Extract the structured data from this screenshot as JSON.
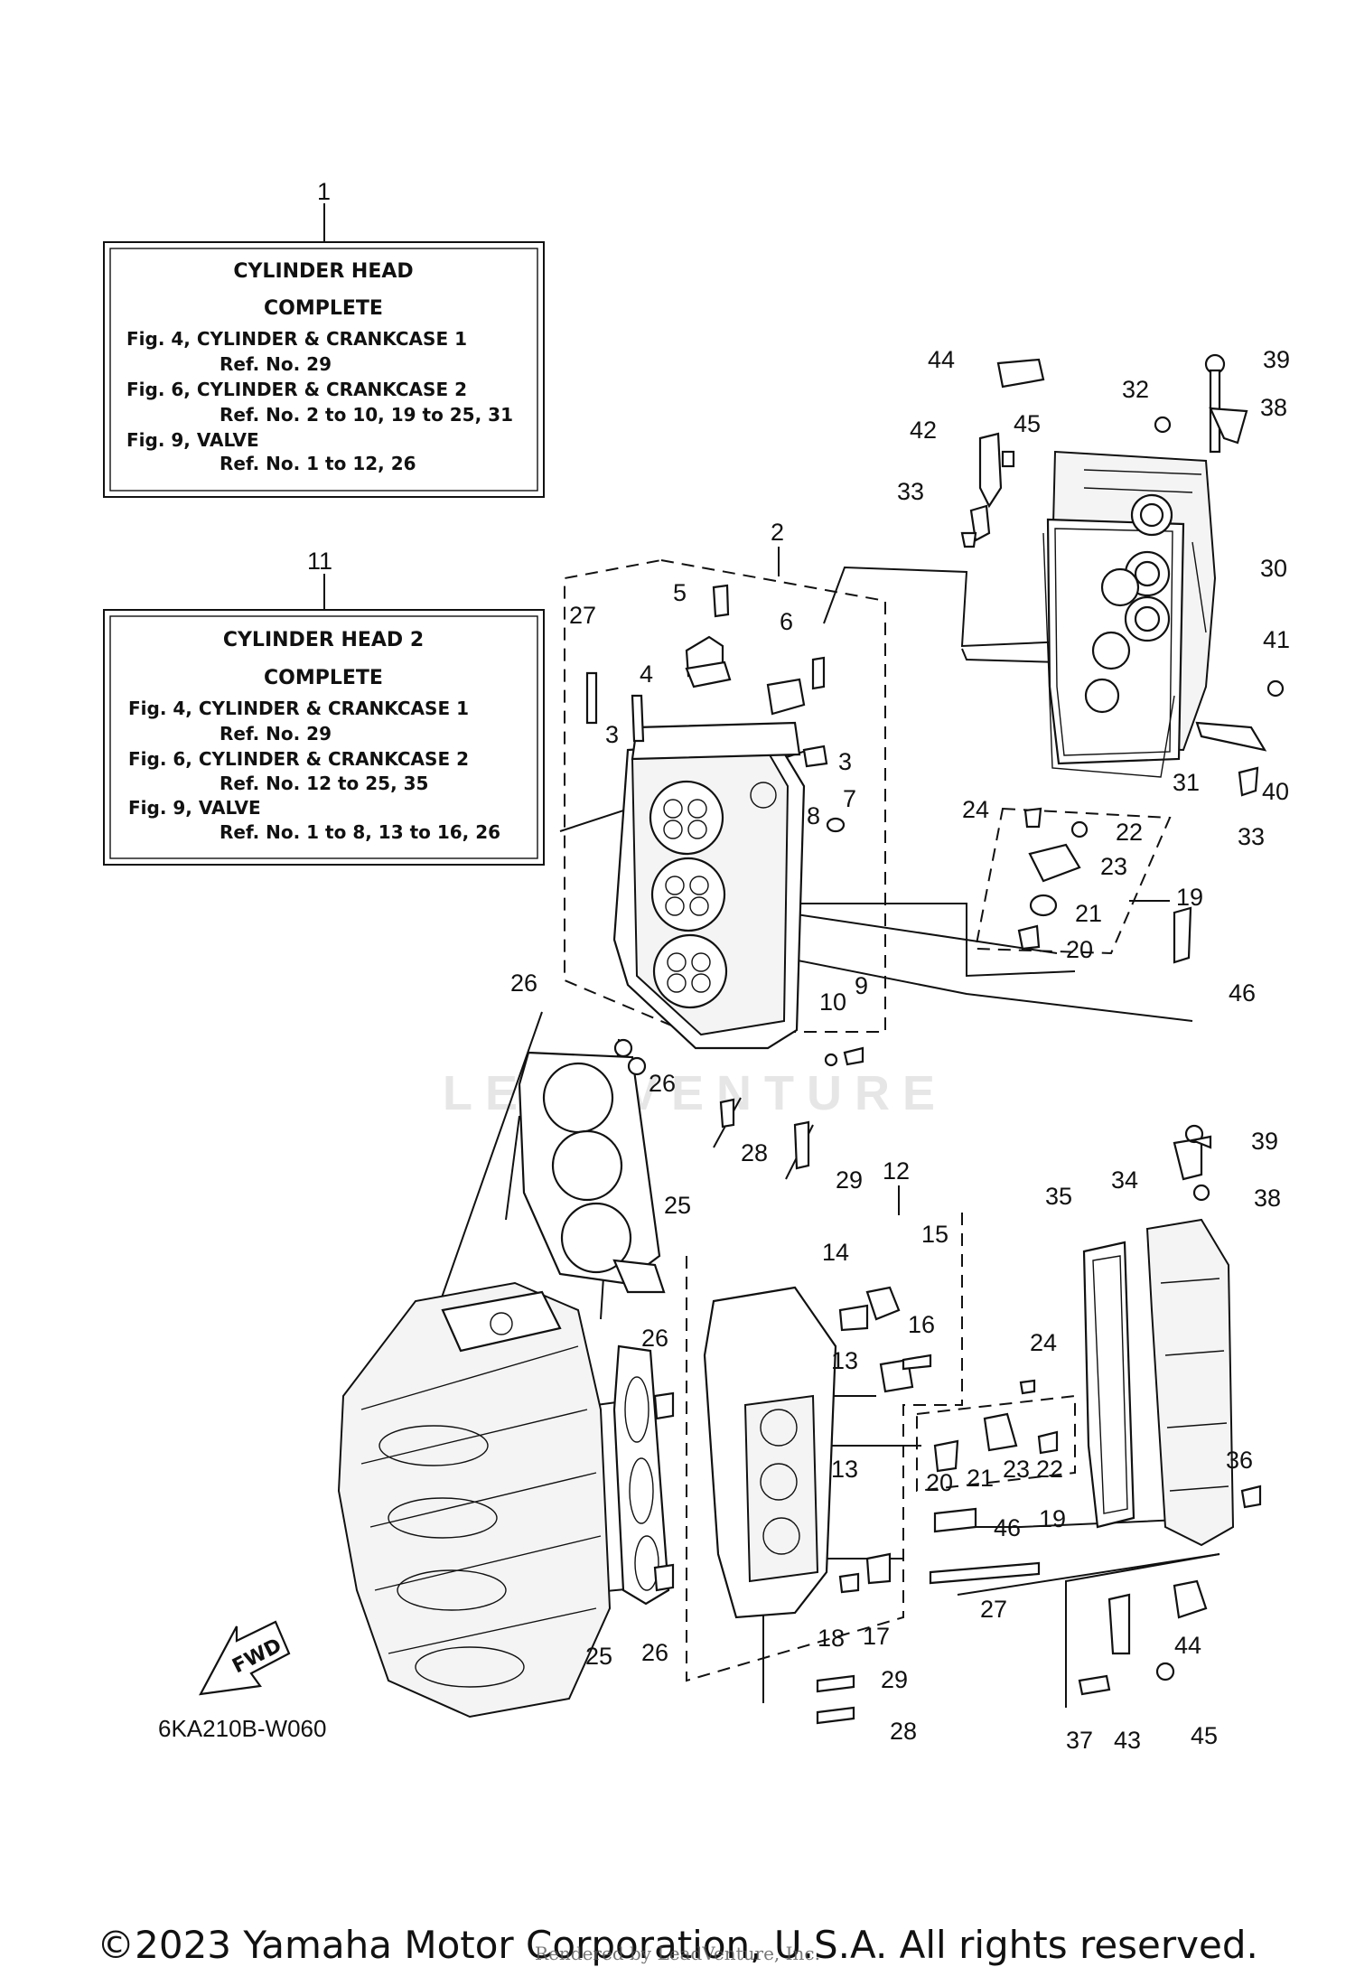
{
  "box1": {
    "ref": "1",
    "title1": "CYLINDER  HEAD",
    "title2": "COMPLETE",
    "lines": [
      "Fig. 4, CYLINDER & CRANKCASE 1",
      "Ref. No. 29",
      "Fig. 6, CYLINDER & CRANKCASE 2",
      "Ref. No. 2 to 10, 19 to 25, 31",
      "Fig. 9, VALVE",
      "Ref. No. 1 to 12, 26"
    ]
  },
  "box2": {
    "ref": "11",
    "title1": "CYLINDER  HEAD 2",
    "title2": "COMPLETE",
    "lines": [
      "Fig. 4, CYLINDER & CRANKCASE 1",
      "Ref. No. 29",
      "Fig. 6, CYLINDER & CRANKCASE 2",
      "Ref. No. 12 to 25, 35",
      "Fig. 9, VALVE",
      "Ref. No. 1 to 8, 13 to 16, 26"
    ]
  },
  "callouts": [
    "2",
    "3",
    "3",
    "4",
    "5",
    "6",
    "7",
    "8",
    "9",
    "10",
    "12",
    "13",
    "13",
    "14",
    "15",
    "16",
    "17",
    "18",
    "19",
    "19",
    "20",
    "20",
    "21",
    "21",
    "22",
    "22",
    "23",
    "23",
    "24",
    "24",
    "25",
    "25",
    "26",
    "26",
    "26",
    "26",
    "27",
    "27",
    "28",
    "28",
    "29",
    "29",
    "30",
    "31",
    "32",
    "33",
    "33",
    "34",
    "35",
    "36",
    "37",
    "38",
    "38",
    "39",
    "39",
    "40",
    "41",
    "42",
    "43",
    "44",
    "44",
    "45",
    "45",
    "46",
    "46"
  ],
  "fwd_label": "FWD",
  "diagram_code": "6KA210B-W060",
  "watermark": "LEADVENTURE",
  "copyright": "©2023 Yamaha Motor Corporation, U.S.A. All rights reserved.",
  "rendered_by": "Rendered by LeadVenture, Inc."
}
